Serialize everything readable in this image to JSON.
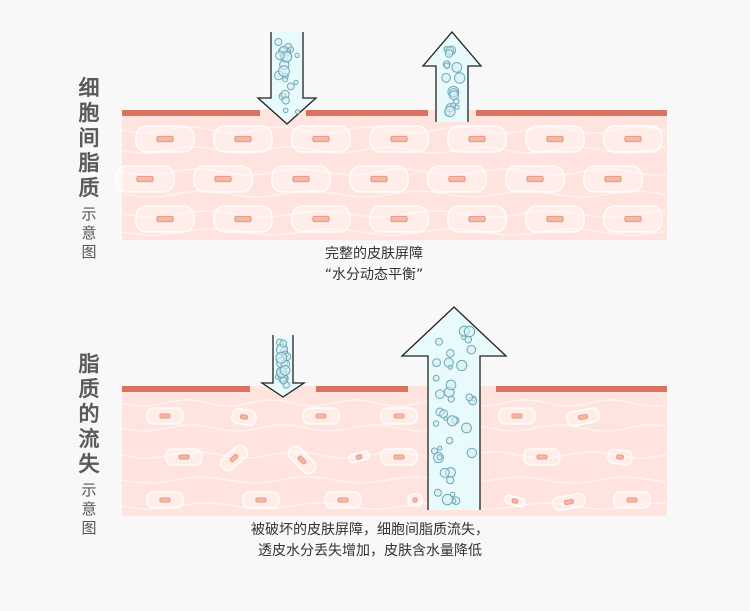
{
  "panels": [
    {
      "id": "intact",
      "title_main": "细胞间脂质",
      "title_sub": "示意图",
      "caption_lines": [
        "完整的皮肤屏障",
        "“水分动态平衡”"
      ],
      "arrows": [
        {
          "direction": "in",
          "label": "water-in"
        },
        {
          "direction": "out",
          "label": "water-out"
        }
      ],
      "barrier_state": "intact"
    },
    {
      "id": "damaged",
      "title_main": "脂质的流失",
      "title_sub": "示意图",
      "caption_lines": [
        "被破坏的皮肤屏障，细胞间脂质流失，",
        "透皮水分丢失增加，皮肤含水量降低"
      ],
      "arrows": [
        {
          "direction": "in",
          "label": "water-in"
        },
        {
          "direction": "out",
          "label": "water-loss"
        }
      ],
      "barrier_state": "damaged"
    }
  ],
  "colors": {
    "background": "#f8f8f8",
    "skin": "#ffe3df",
    "barrier": "#d9735f",
    "cell_nucleus": "#f5b9a3",
    "arrow_fill": "#e8fafc",
    "bubble": "#6fa9b5",
    "text": "#333333",
    "label": "#555555"
  }
}
